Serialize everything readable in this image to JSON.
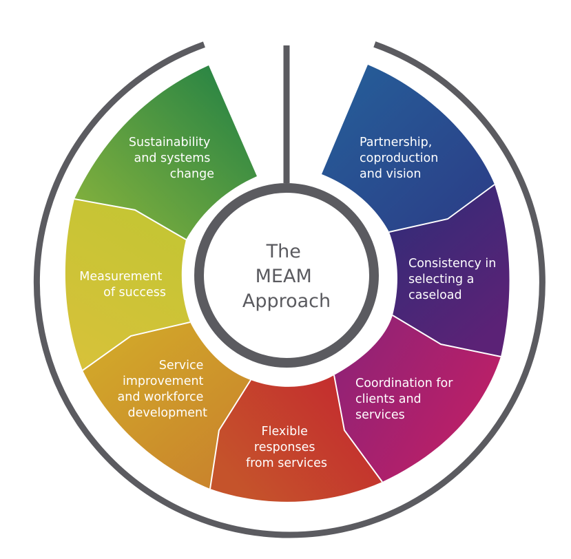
{
  "center": {
    "lines": [
      "The",
      "MEAM",
      "Approach"
    ]
  },
  "segments": [
    {
      "id": "partnership",
      "lines": [
        "Partnership,",
        "coproduction",
        "and vision"
      ],
      "colors": [
        "#25609a",
        "#2c3c86"
      ]
    },
    {
      "id": "consistency",
      "lines": [
        "Consistency in",
        "selecting a",
        "caseload"
      ],
      "colors": [
        "#2f2d78",
        "#5b2276"
      ]
    },
    {
      "id": "coordination",
      "lines": [
        "Coordination for",
        "clients and",
        "services"
      ],
      "colors": [
        "#8a2378",
        "#bf1f66"
      ]
    },
    {
      "id": "flexible",
      "lines": [
        "Flexible",
        "responses",
        "from services"
      ],
      "colors": [
        "#c4242f",
        "#c5532b"
      ]
    },
    {
      "id": "service-improvement",
      "lines": [
        "Service",
        "improvement",
        "and workforce",
        "development"
      ],
      "colors": [
        "#c87f2c",
        "#d2a92a"
      ]
    },
    {
      "id": "measurement",
      "lines": [
        "Measurement",
        "of success"
      ],
      "colors": [
        "#d8c13a",
        "#c5c534"
      ]
    },
    {
      "id": "sustainability",
      "lines": [
        "Sustainability",
        "and systems",
        "change"
      ],
      "colors": [
        "#8cb53c",
        "#1e7f45"
      ]
    }
  ],
  "colors": {
    "ring": "#5b5b60",
    "divider": "#ffffff",
    "center_fill": "#ffffff"
  }
}
